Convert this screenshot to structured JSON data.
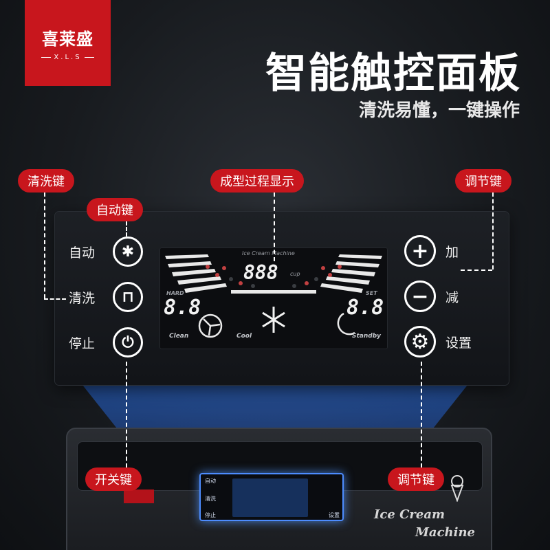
{
  "brand": {
    "name": "喜莱盛",
    "sub": "X.L.S"
  },
  "headline": {
    "title": "智能触控面板",
    "subtitle": "清洗易懂，一键操作"
  },
  "callouts": {
    "clean": "清洗键",
    "auto": "自动键",
    "display": "成型过程显示",
    "adjust_top": "调节键",
    "power": "开关键",
    "adjust_bottom": "调节键"
  },
  "panel": {
    "left_buttons": [
      {
        "label": "自动",
        "icon": "snowflake-icon",
        "glyph": "✱"
      },
      {
        "label": "清洗",
        "icon": "faucet-icon",
        "glyph": "⊓"
      },
      {
        "label": "停止",
        "icon": "power-icon",
        "glyph": "⏻"
      }
    ],
    "right_buttons": [
      {
        "label": "加",
        "icon": "plus-icon",
        "glyph": "+"
      },
      {
        "label": "减",
        "icon": "minus-icon",
        "glyph": "−"
      },
      {
        "label": "设置",
        "icon": "gear-icon",
        "glyph": "⚙"
      }
    ],
    "lcd": {
      "top_text": "Ice Cream Machine",
      "counter": "888",
      "counter_unit": "cup",
      "hard_label": "HARD",
      "hard_value": "8.8",
      "set_label": "SET",
      "set_value": "8.8",
      "mode_clean": "Clean",
      "mode_cool": "Cool",
      "mode_standby": "Standby"
    }
  },
  "machine": {
    "text_line1": "Ice Cream",
    "text_line2": "Machine",
    "mini_labels": [
      "自动",
      "清洗",
      "停止",
      "设置"
    ]
  },
  "colors": {
    "accent": "#c8161d",
    "beam": "#2f6fe0"
  }
}
